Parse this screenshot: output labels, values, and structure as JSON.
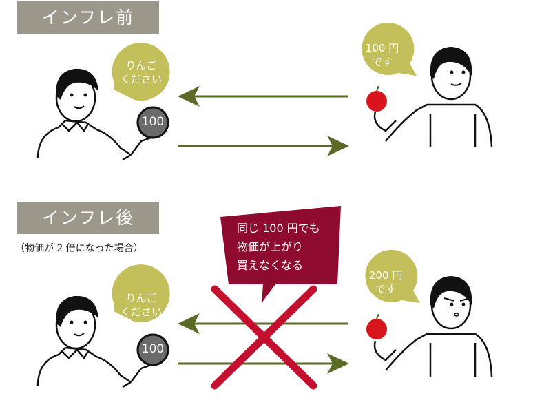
{
  "before": {
    "title": "インフレ前",
    "buyer_bubble": [
      "りんご",
      "ください"
    ],
    "coin": "100",
    "seller_bubble": [
      "100 円",
      "です"
    ]
  },
  "after": {
    "title": "インフレ後",
    "subtitle": "（物価が 2 倍になった場合）",
    "buyer_bubble": [
      "りんご",
      "ください"
    ],
    "coin": "100",
    "seller_bubble": [
      "200 円",
      "です"
    ],
    "warning": [
      "同じ 100 円でも",
      "物価が上がり",
      "買えなくなる"
    ]
  },
  "colors": {
    "banner": "#9c978b",
    "bubble": "#c3bf5a",
    "arrow": "#5b6b27",
    "warning": "#8e0a2e",
    "cross": "#c4102f",
    "coin": "#6b6b6b",
    "apple": "#d8141c"
  }
}
